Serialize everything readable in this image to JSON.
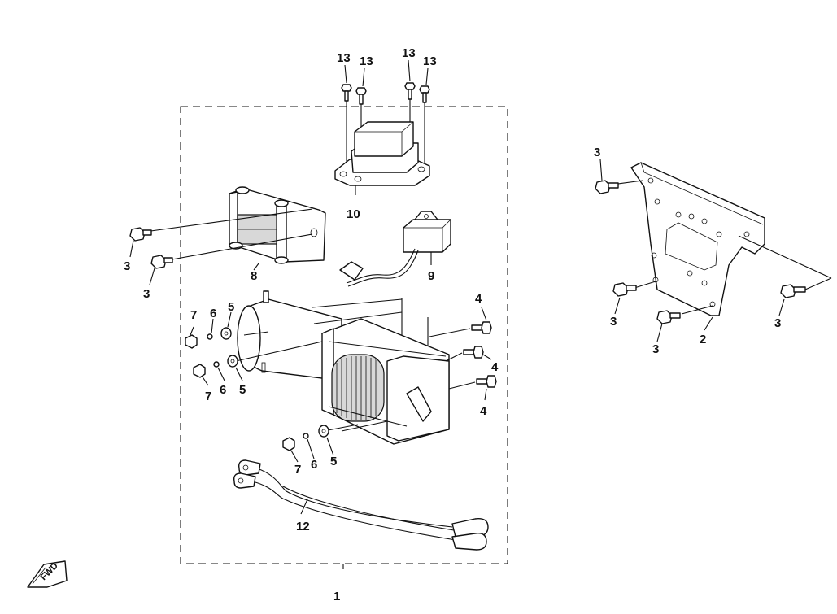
{
  "callouts": {
    "c1": "1",
    "c2": "2",
    "c3a": "3",
    "c3b": "3",
    "c3c": "3",
    "c3d": "3",
    "c3e": "3",
    "c3f": "3",
    "c4a": "4",
    "c4b": "4",
    "c4c": "4",
    "c5a": "5",
    "c5b": "5",
    "c5c": "5",
    "c6a": "6",
    "c6b": "6",
    "c6c": "6",
    "c7a": "7",
    "c7b": "7",
    "c7c": "7",
    "c8": "8",
    "c9": "9",
    "c10": "10",
    "c12": "12",
    "c13a": "13",
    "c13b": "13",
    "c13c": "13",
    "c13d": "13"
  },
  "fwd_badge": "FWD"
}
